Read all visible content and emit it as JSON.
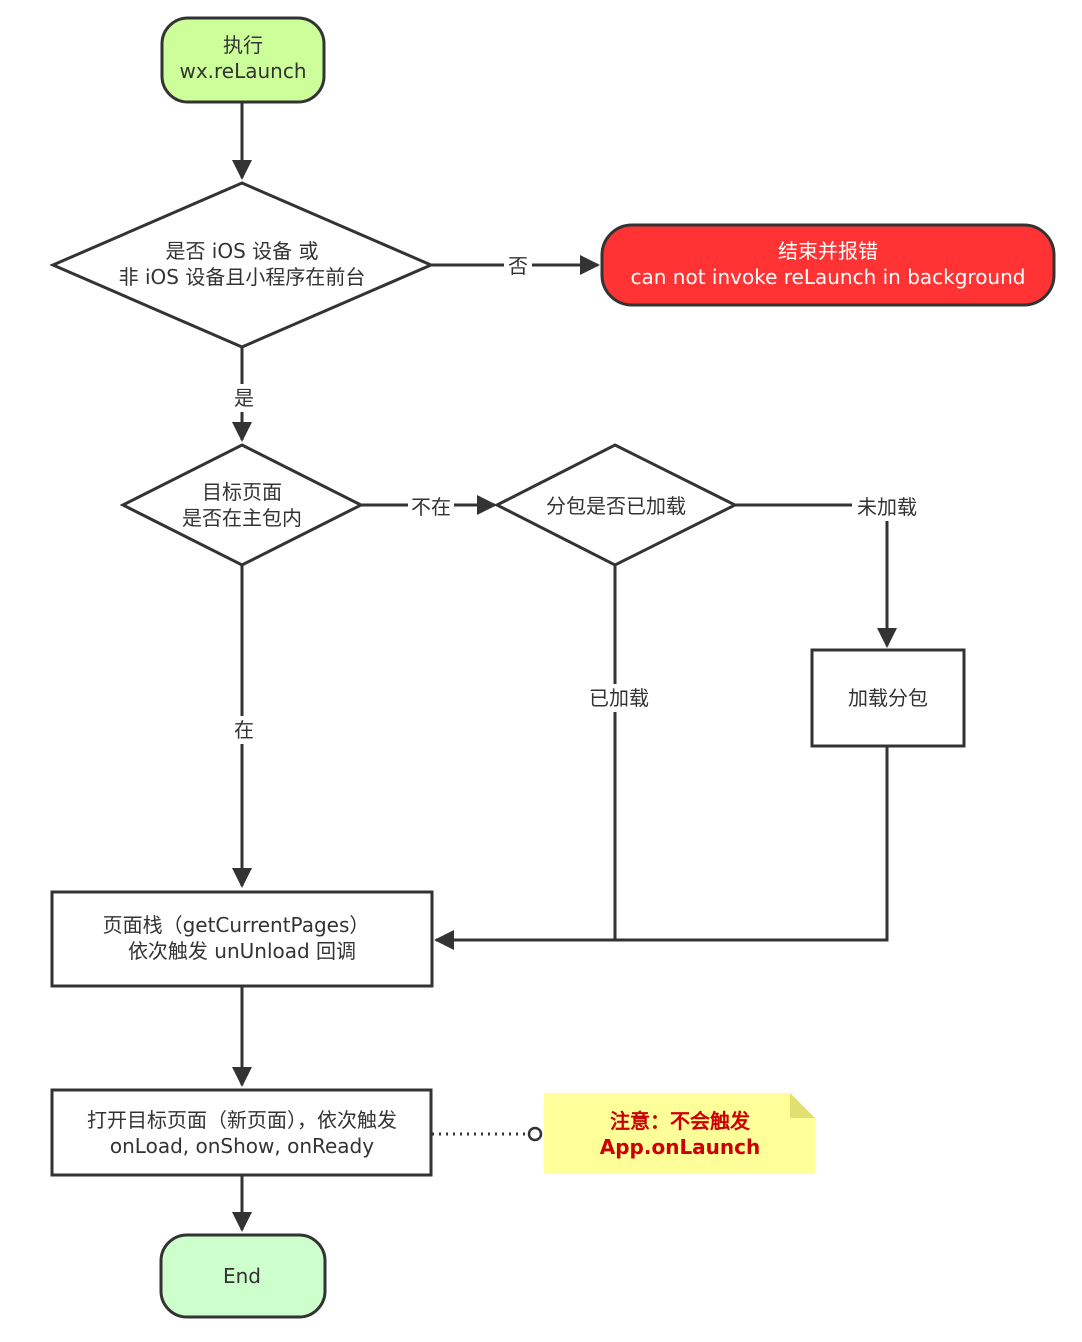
{
  "nodes": {
    "start": {
      "line1": "执行",
      "line2": "wx.reLaunch"
    },
    "check_foreground": {
      "line1": "是否 iOS 设备 或",
      "line2": "非 iOS 设备且小程序在前台"
    },
    "error": {
      "line1": "结束并报错",
      "line2": "can not invoke reLaunch in background"
    },
    "check_main_package": {
      "line1": "目标页面",
      "line2": "是否在主包内"
    },
    "check_subpackage": {
      "line1": "分包是否已加载"
    },
    "load_subpackage": {
      "line1": "加载分包"
    },
    "unload_pages": {
      "line1": "页面栈（getCurrentPages）",
      "line2": "依次触发 unUnload 回调"
    },
    "open_target": {
      "line1": "打开目标页面（新页面），依次触发",
      "line2": "onLoad, onShow, onReady"
    },
    "end": {
      "line1": "End"
    }
  },
  "edges": {
    "no": "否",
    "yes": "是",
    "not_in": "不在",
    "in": "在",
    "loaded": "已加载",
    "not_loaded": "未加载"
  },
  "note": {
    "line1": "注意：不会触发",
    "line2": "App.onLaunch"
  },
  "colors": {
    "terminal_fill": "#ccff99",
    "end_fill": "#ccffcc",
    "error_fill": "#ff3333",
    "note_fill": "#ffff99",
    "note_fold": "#e0e070",
    "stroke": "#333333"
  }
}
